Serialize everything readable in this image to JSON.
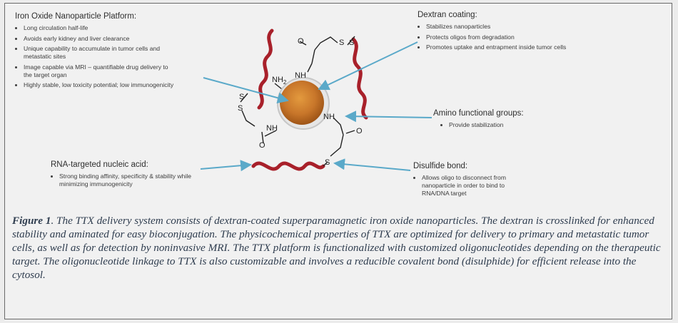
{
  "blocks": {
    "platform": {
      "heading": "Iron Oxide Nanoparticle Platform:",
      "items": [
        "Long circulation half-life",
        "Avoids early kidney and liver clearance",
        "Unique capability to accumulate in tumor cells and metastatic sites",
        "Image capable via MRI – quantifiable drug delivery to the target organ",
        "Highly stable, low toxicity potential; low immunogenicity"
      ]
    },
    "dextran": {
      "heading": "Dextran coating:",
      "items": [
        "Stabilizes nanoparticles",
        "Protects oligos from degradation",
        "Promotes uptake and entrapment inside tumor cells"
      ]
    },
    "amino": {
      "heading": "Amino functional groups:",
      "items": [
        "Provide stabilization"
      ]
    },
    "rna": {
      "heading": "RNA-targeted nucleic acid:",
      "items": [
        "Strong binding affinity, specificity & stability while minimizing immunogenicity"
      ]
    },
    "disulfide": {
      "heading": "Disulfide bond:",
      "items": [
        "Allows oligo to disconnect from nanoparticle in order to bind to RNA/DNA target"
      ]
    }
  },
  "molecule": {
    "nh2": "NH",
    "nh2_sub": "2",
    "nh": "NH",
    "s": "S",
    "o": "O"
  },
  "caption": {
    "label": "Figure 1",
    "text": ". The TTX delivery system consists of dextran-coated superparamagnetic iron oxide nanoparticles. The dextran is crosslinked for enhanced stability and aminated for easy bioconjugation. The physicochemical properties of TTX are optimized for delivery to primary and metastatic tumor cells, as well as for detection by noninvasive MRI. The TTX platform is functionalized with customized oligonucleotides depending on the therapeutic target. The oligonucleotide linkage to TTX is also customizable and involves a reducible covalent bond (disulphide) for efficient release into the cytosol."
  },
  "colors": {
    "arrow": "#5aa9c9",
    "oligo": "#a8202a",
    "core": "#c8762a"
  }
}
